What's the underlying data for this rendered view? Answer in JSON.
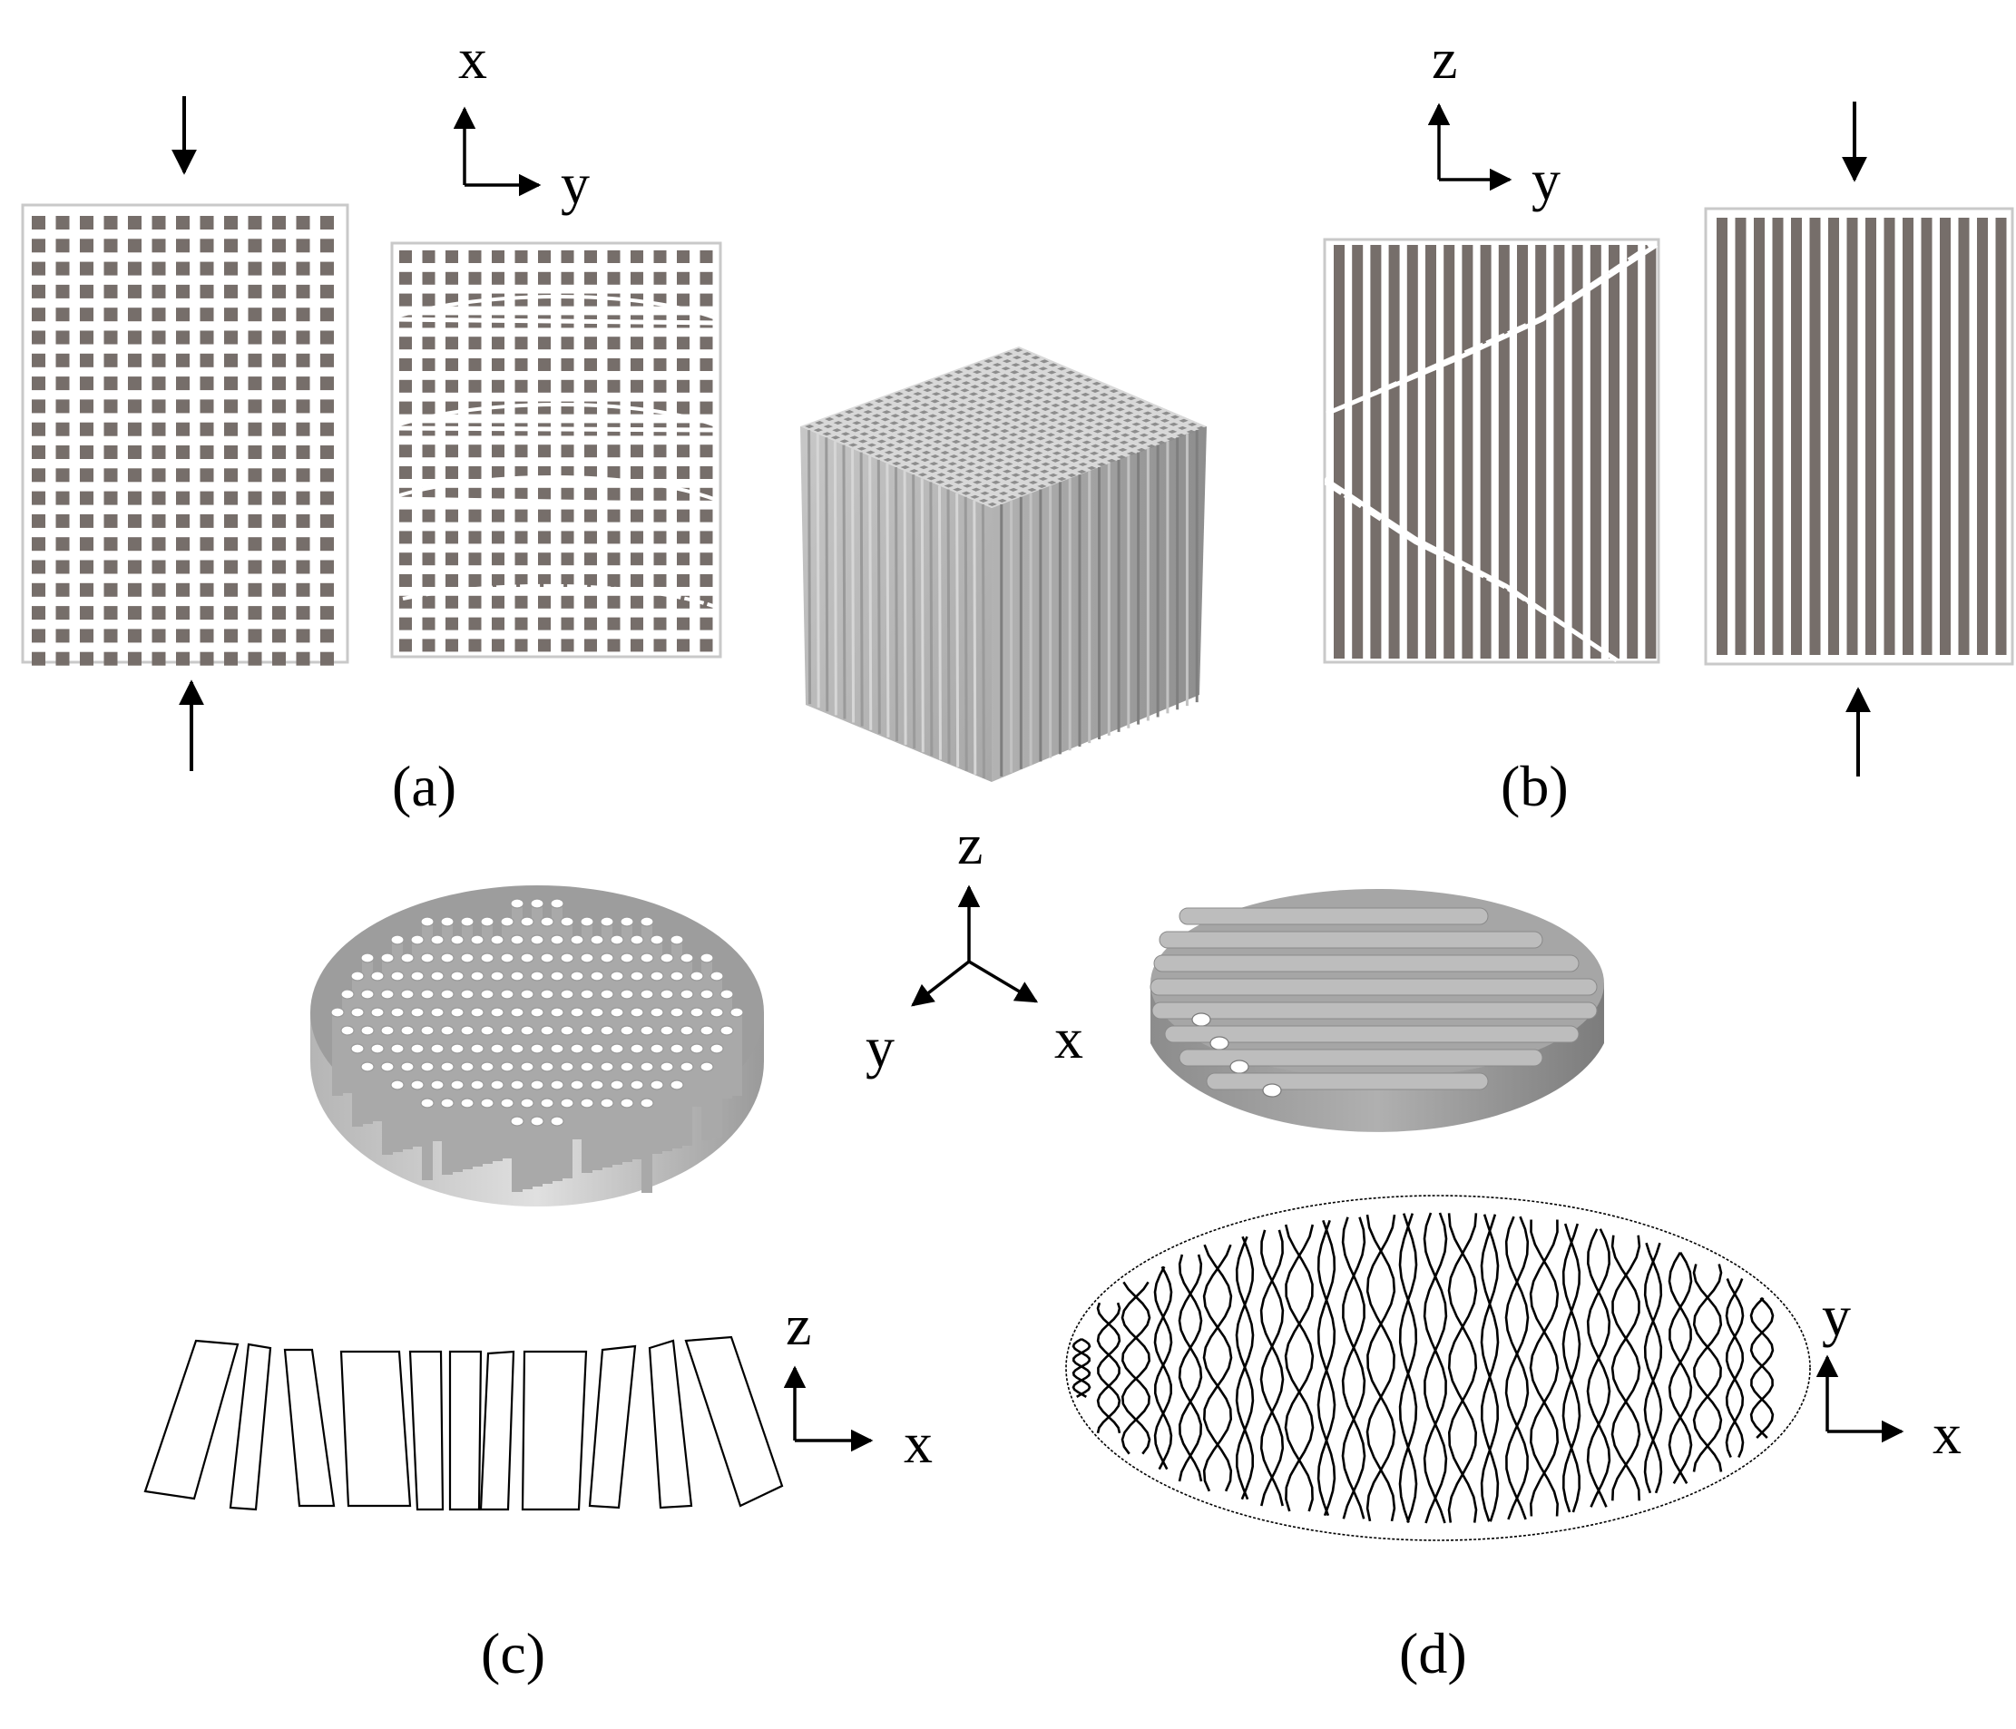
{
  "figure": {
    "panel_labels": {
      "a": "(a)",
      "b": "(b)",
      "c": "(c)",
      "d": "(d)"
    },
    "axes": {
      "a": {
        "vertical": "x",
        "horizontal": "y"
      },
      "b": {
        "vertical": "z",
        "horizontal": "y"
      },
      "center": {
        "up": "z",
        "left": "y",
        "right": "x"
      },
      "c": {
        "vertical": "z",
        "horizontal": "x"
      },
      "d": {
        "vertical": "y",
        "horizontal": "x"
      }
    },
    "colors": {
      "cell_fill": "#766e6a",
      "frame": "#c9c9c9",
      "render_light": "#e2e2e2",
      "render_mid": "#b9b9b9",
      "render_dark": "#8f8f8f",
      "ink": "#000000"
    },
    "icons": [
      "arrow-down-icon",
      "arrow-up-icon",
      "axis-arrow-icon"
    ]
  }
}
